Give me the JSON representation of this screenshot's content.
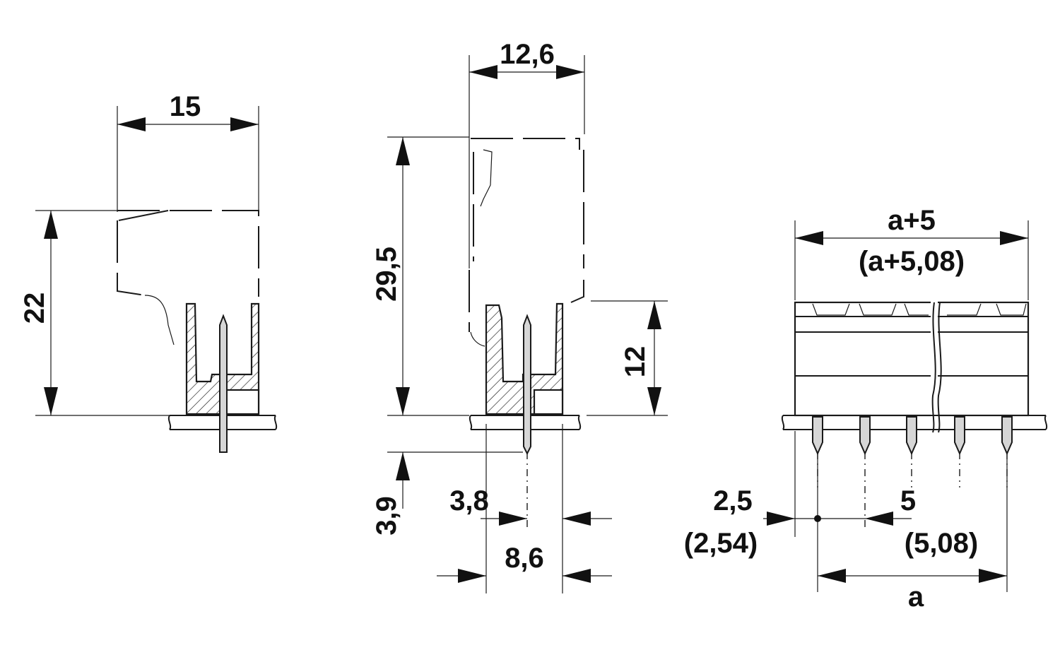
{
  "dimensions": {
    "side_width": "15",
    "side_height": "22",
    "front_width": "12,6",
    "front_height": "29,5",
    "body_height": "12",
    "pin_length": "3,9",
    "pin_offset": "3,8",
    "base_width": "8,6",
    "total_length": "a+5",
    "total_length_inch": "(a+5,08)",
    "edge_offset": "2,5",
    "edge_offset_inch": "(2,54)",
    "pitch": "5",
    "pitch_inch": "(5,08)",
    "pitch_span": "a"
  }
}
